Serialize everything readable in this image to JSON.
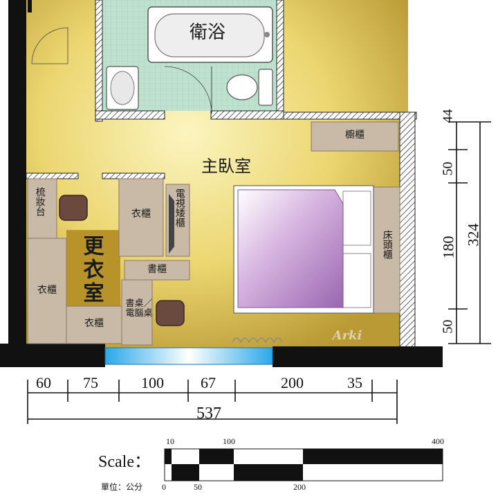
{
  "rooms": {
    "bathroom": "衛浴",
    "master_bedroom": "主臥室",
    "walk_in_closet": "更衣室",
    "vanity": "梳妝台",
    "wardrobe_a": "衣櫃",
    "wardrobe_b": "衣櫃",
    "wardrobe_c": "衣櫃",
    "tv_cabinet": "電視矮櫃",
    "bookshelf": "書櫃",
    "desk": "書桌／電腦桌",
    "cabinet": "櫥櫃",
    "nightstand": "床頭櫃"
  },
  "watermark": "Arki",
  "dimensions": {
    "bottom_segments": [
      "60",
      "75",
      "100",
      "67",
      "200",
      "35"
    ],
    "bottom_total": "537",
    "right_segments": [
      "44",
      "50",
      "180",
      "50"
    ],
    "right_total": "324"
  },
  "scale": {
    "label": "Scale：",
    "unit": "單位：公分",
    "top_ticks": [
      "10",
      "100",
      "400"
    ],
    "bottom_ticks": [
      "0",
      "50",
      "200"
    ]
  },
  "colors": {
    "wall": "#111111",
    "floor_light": "#f6ee9a",
    "floor_dark": "#c8b24a",
    "tile": "#b8dcc8",
    "furniture": "#c9b9a7",
    "bed": "#c0a0d0",
    "window": "#3fc0f0"
  }
}
